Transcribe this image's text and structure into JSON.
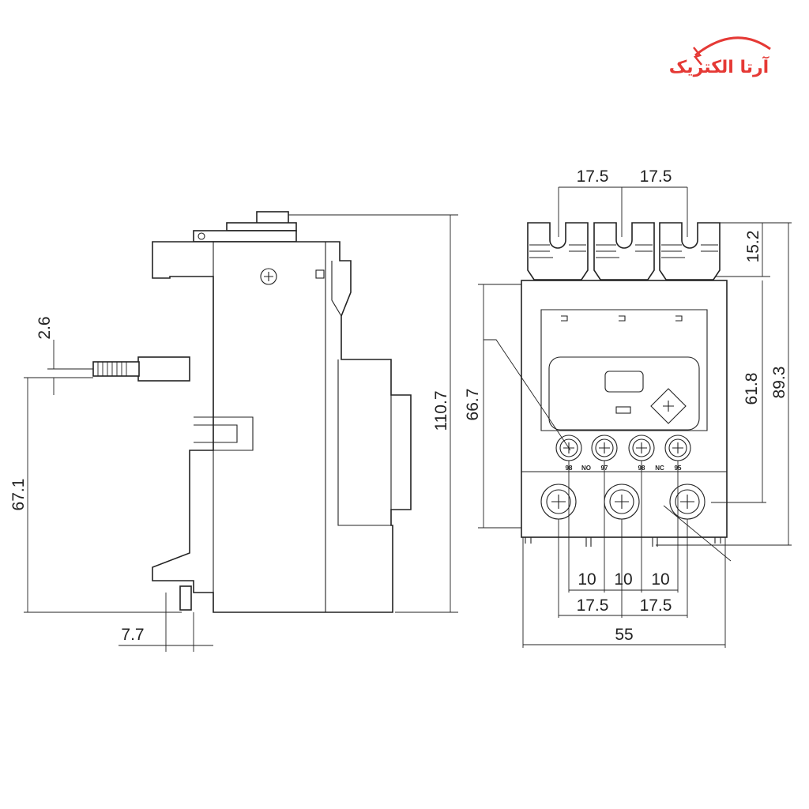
{
  "logo": {
    "text": "آرتا الکتریک",
    "color": "#e53935"
  },
  "side_view": {
    "dimensions": {
      "height_total": "110.7",
      "height_mount": "67.1",
      "offset": "2.6",
      "foot": "7.7"
    }
  },
  "front_view": {
    "dimensions": {
      "top_pitch_1": "17.5",
      "top_pitch_2": "17.5",
      "terminal_height": "15.2",
      "overall_height": "89.3",
      "mid_height": "61.8",
      "body_height": "66.7",
      "aux_1": "10",
      "aux_2": "10",
      "aux_3": "10",
      "bottom_pitch_1": "17.5",
      "bottom_pitch_2": "17.5",
      "width": "55"
    },
    "terminal_labels": [
      "98",
      "NO",
      "97",
      "98",
      "NC",
      "95"
    ]
  }
}
